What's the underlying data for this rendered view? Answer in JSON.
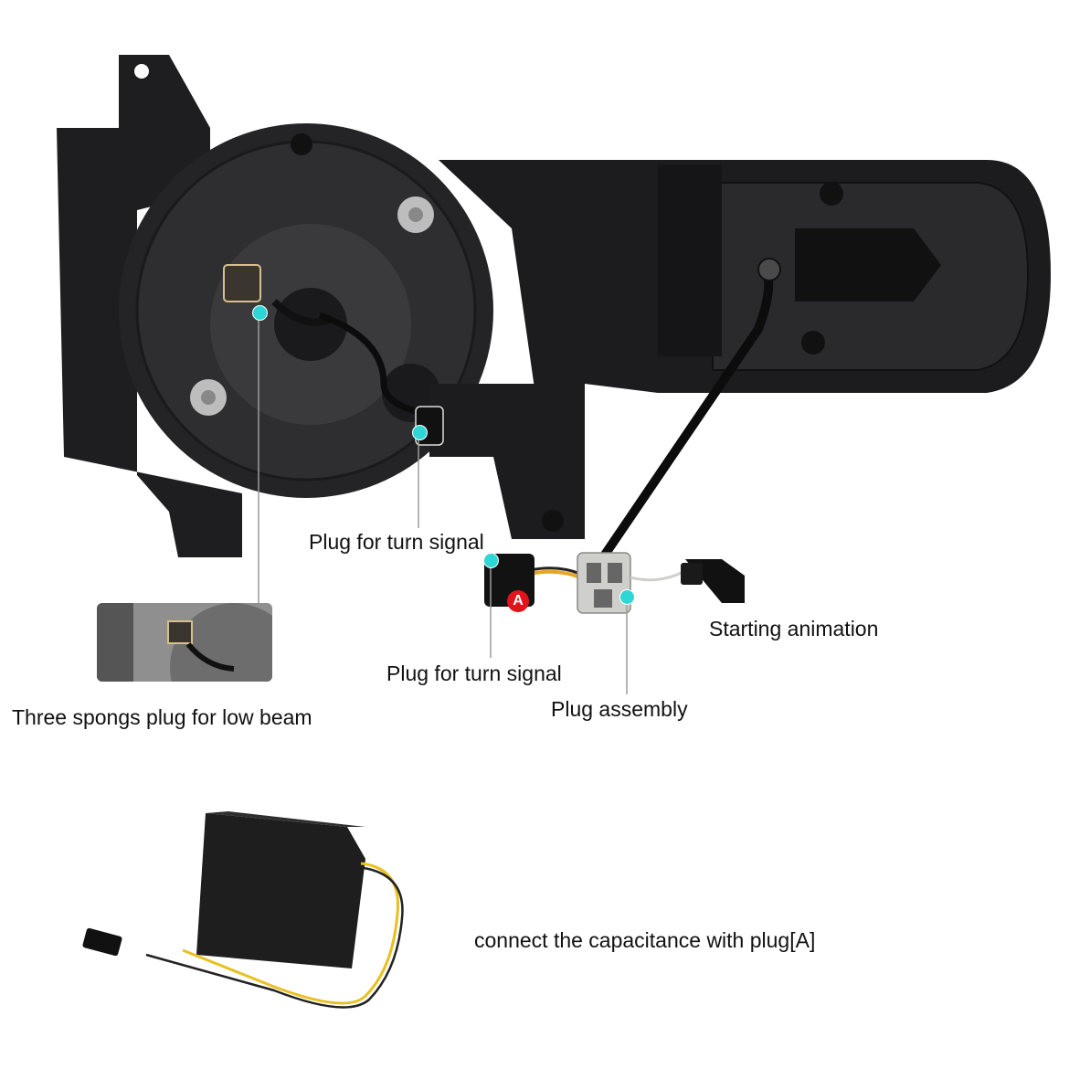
{
  "labels": {
    "turn_signal_upper": "Plug for turn signal",
    "turn_signal_lower": "Plug for turn signal",
    "low_beam": "Three spongs plug for low beam",
    "starting_animation": "Starting animation",
    "plug_assembly": "Plug assembly",
    "capacitance": "connect the capacitance with plug[A]"
  },
  "badge_letter": "A",
  "colors": {
    "marker": "#2fd6d6",
    "badge": "#e0141a",
    "housing": "#1c1c1e",
    "leader_line": "#9a9a9a"
  },
  "icons": {
    "headlight": "headlight-assembly-photo",
    "capacitor": "capacitor-box-photo",
    "connector": "wire-connector-photo"
  }
}
